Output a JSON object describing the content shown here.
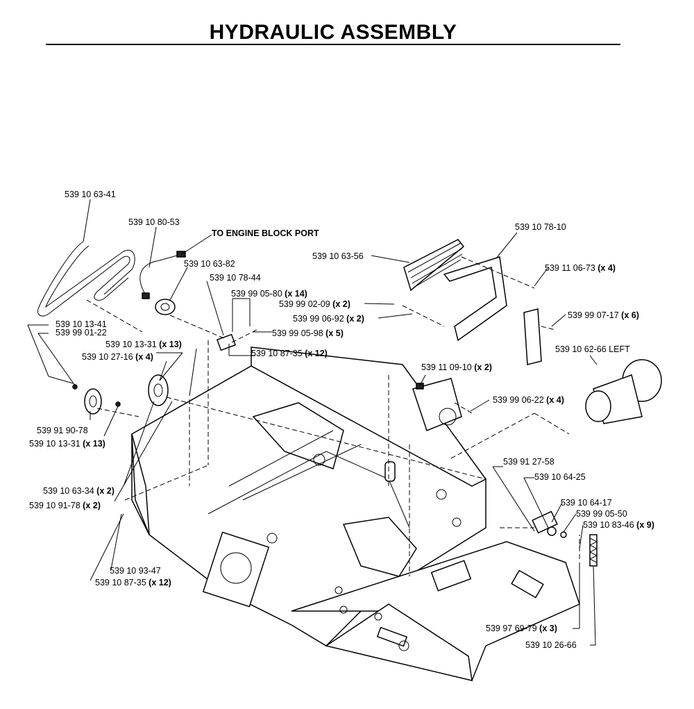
{
  "title": "HYDRAULIC ASSEMBLY",
  "note": "TO ENGINE BLOCK PORT",
  "callouts": [
    {
      "id": "c1",
      "text": "539 10 63-41"
    },
    {
      "id": "c2",
      "text": "539 10 80-53"
    },
    {
      "id": "c3",
      "text": "539 10 63-82"
    },
    {
      "id": "c4",
      "text": "539 10 78-44"
    },
    {
      "id": "c5",
      "text": "539 99 05-80",
      "qty": "(x 14)"
    },
    {
      "id": "c6",
      "text": "539 99 02-09",
      "qty": "(x 2)"
    },
    {
      "id": "c7",
      "text": "539 99 06-92",
      "qty": "(x 2)"
    },
    {
      "id": "c8",
      "text": "539 99 05-98",
      "qty": "(x 5)"
    },
    {
      "id": "c9",
      "text": "539 10 87-35",
      "qty": "(x 12)"
    },
    {
      "id": "c10",
      "text": "539 10 63-56"
    },
    {
      "id": "c11",
      "text": "539 10 78-10"
    },
    {
      "id": "c12",
      "text": "539 11 06-73",
      "qty": "(x 4)"
    },
    {
      "id": "c13",
      "text": "539 99 07-17",
      "qty": "(x 6)"
    },
    {
      "id": "c14",
      "text": "539 10 62-66 LEFT"
    },
    {
      "id": "c15",
      "text": "539 10 13-41"
    },
    {
      "id": "c16",
      "text": "539 99 01-22"
    },
    {
      "id": "c17",
      "text": "539 10 13-31",
      "qty": "(x 13)"
    },
    {
      "id": "c18",
      "text": "539 10 27-16",
      "qty": "(x 4)"
    },
    {
      "id": "c19",
      "text": "539 91 90-78"
    },
    {
      "id": "c20",
      "text": "539 10 13-31",
      "qty": "(x 13)"
    },
    {
      "id": "c21",
      "text": "539 11 09-10",
      "qty": "(x 2)"
    },
    {
      "id": "c22",
      "text": "539 99 06-22",
      "qty": "(x 4)"
    },
    {
      "id": "c23",
      "text": "539 10 63-34",
      "qty": "(x 2)"
    },
    {
      "id": "c24",
      "text": "539 10 91-78",
      "qty": "(x 2)"
    },
    {
      "id": "c25",
      "text": "539 91 27-58"
    },
    {
      "id": "c26",
      "text": "539 10 64-25"
    },
    {
      "id": "c27",
      "text": "539 10 64-17"
    },
    {
      "id": "c28",
      "text": "539 99 05-50"
    },
    {
      "id": "c29",
      "text": "539 10 83-46",
      "qty": "(x 9)"
    },
    {
      "id": "c30",
      "text": "539 10 93-47"
    },
    {
      "id": "c31",
      "text": "539 10 87-35",
      "qty": "(x 12)"
    },
    {
      "id": "c32",
      "text": "539 97 69-79",
      "qty": "(x 3)"
    },
    {
      "id": "c33",
      "text": "539 10 26-66"
    }
  ]
}
